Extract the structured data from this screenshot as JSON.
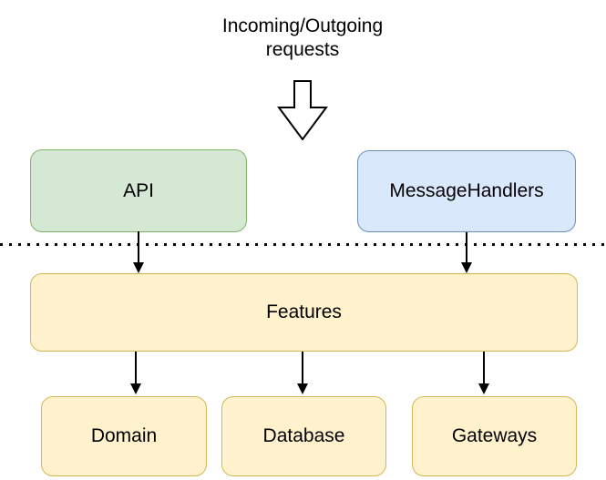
{
  "annotation": {
    "text": "Incoming/Outgoing requests"
  },
  "icons": {
    "flow_arrow": "hollow-block-arrow-down"
  },
  "colors": {
    "background": "#ffffff",
    "text": "#000000",
    "line": "#000000",
    "api_fill": "#d5e8d4",
    "api_border": "#82b366",
    "messagehandlers_fill": "#dae8fc",
    "messagehandlers_border": "#6c8ebf",
    "yellow_fill": "#fff2cc",
    "yellow_border": "#d6b656"
  },
  "nodes": {
    "api": {
      "label": "API"
    },
    "message_handlers": {
      "label": "MessageHandlers"
    },
    "features": {
      "label": "Features"
    },
    "domain": {
      "label": "Domain"
    },
    "database": {
      "label": "Database"
    },
    "gateways": {
      "label": "Gateways"
    }
  },
  "edges": [
    {
      "from": "API",
      "to": "Features"
    },
    {
      "from": "MessageHandlers",
      "to": "Features"
    },
    {
      "from": "Features",
      "to": "Domain"
    },
    {
      "from": "Features",
      "to": "Database"
    },
    {
      "from": "Features",
      "to": "Gateways"
    }
  ],
  "divider": {
    "style": "dotted-horizontal-line"
  }
}
